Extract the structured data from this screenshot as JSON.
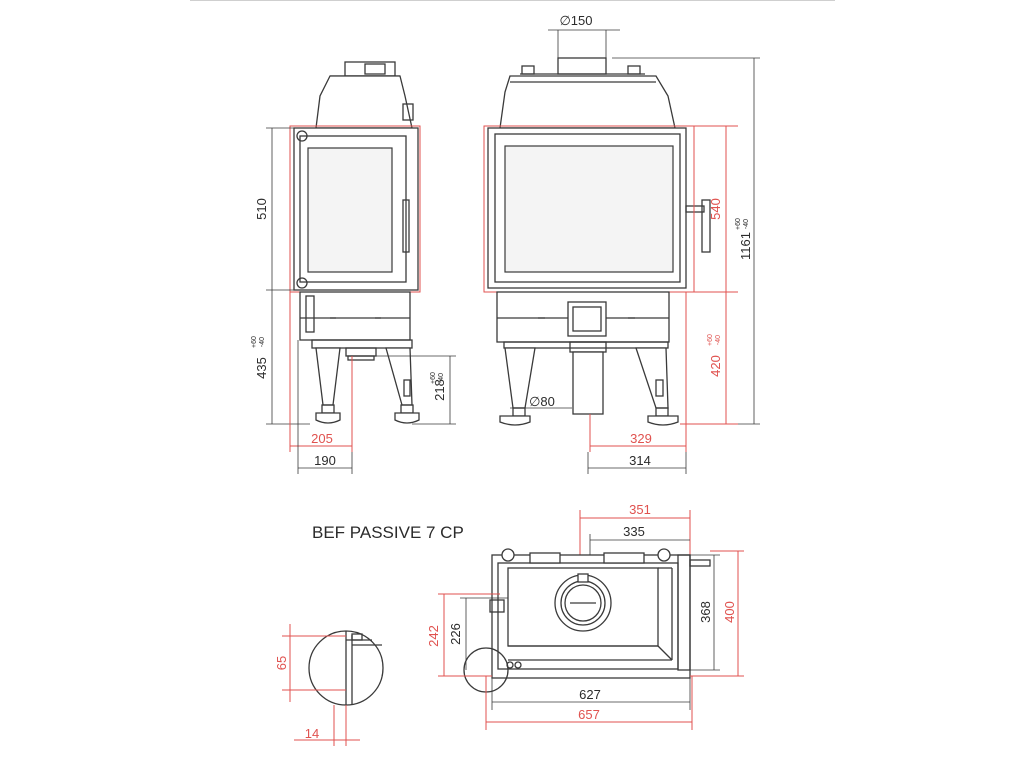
{
  "title": "BEF PASSIVE 7 CP",
  "colors": {
    "line": "#3a3a3a",
    "red_dim": "#e0524f"
  },
  "dims": {
    "flue_diameter": "∅150",
    "air_diameter": "∅80",
    "side_height": "510",
    "side_base": "435",
    "side_base_tol_plus": "+60",
    "side_base_tol_minus": "-40",
    "side_mid": "218",
    "side_mid_tol_plus": "+60",
    "side_mid_tol_minus": "-40",
    "side_width_red": "205",
    "side_width": "190",
    "front_glass_height": "540",
    "front_total_height": "1161",
    "front_total_tol_plus": "+60",
    "front_total_tol_minus": "-40",
    "front_base": "420",
    "front_base_tol_plus": "+60",
    "front_base_tol_minus": "-40",
    "front_width_red": "329",
    "front_width": "314",
    "top_width_red": "351",
    "top_width": "335",
    "top_depth": "368",
    "top_depth_red": "400",
    "top_inner_depth": "226",
    "top_inner_depth_red": "242",
    "top_length": "627",
    "top_length_red": "657",
    "detail_height": "65",
    "detail_width": "14"
  }
}
